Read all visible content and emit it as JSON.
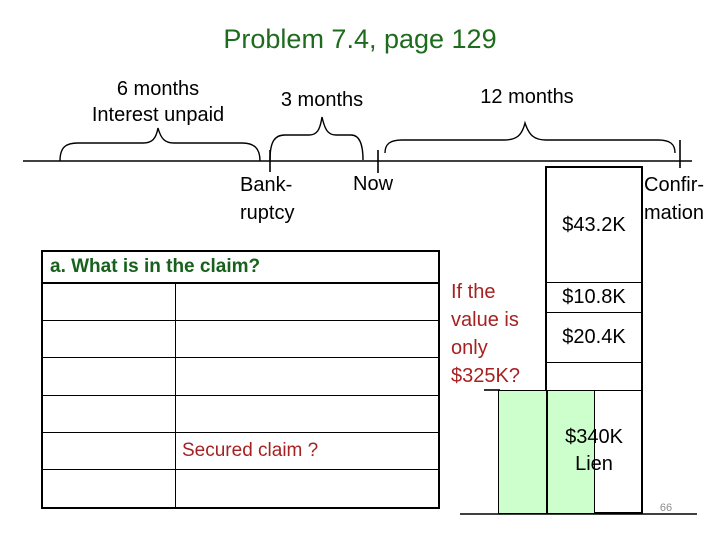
{
  "slide": {
    "title": "Problem 7.4, page 129",
    "page_number": "66"
  },
  "timeline": {
    "six_months_line1": "6 months",
    "six_months_line2": "Interest unpaid",
    "three_months": "3 months",
    "twelve_months": "12 months",
    "bankruptcy_line1": "Bank-",
    "bankruptcy_line2": "ruptcy",
    "now": "Now",
    "confirmation_line1": "Confir-",
    "confirmation_line2": "mation"
  },
  "claim_table": {
    "header": "a. What is in the claim?",
    "rows": [
      {
        "c1": "",
        "c2": ""
      },
      {
        "c1": "",
        "c2": ""
      },
      {
        "c1": "",
        "c2": ""
      },
      {
        "c1": "",
        "c2": ""
      },
      {
        "c1": "",
        "c2": "Secured claim ?"
      },
      {
        "c1": "",
        "c2": ""
      }
    ]
  },
  "value_question": {
    "line1": "If the",
    "line2": "value is",
    "line3": "only",
    "line4": "$325K?"
  },
  "stack": {
    "segment1": "$43.2K",
    "segment2": "$10.8K",
    "segment3": "$20.4K",
    "segment4": "",
    "segment5_line1": "$340K",
    "segment5_line2": "Lien"
  },
  "colors": {
    "title_green": "#1e6b1e",
    "header_green": "#17611c",
    "accent_red": "#a62222",
    "bar_green": "#ccffcc",
    "page_gray": "#8c8c8c",
    "line_black": "#000000"
  }
}
